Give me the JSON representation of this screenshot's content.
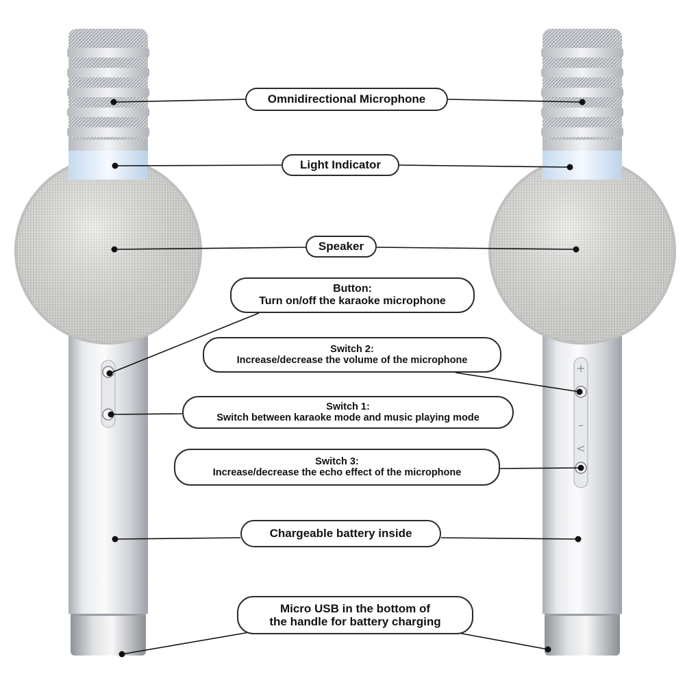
{
  "labels": {
    "omni_mic": "Omnidirectional Microphone",
    "light_indicator": "Light Indicator",
    "speaker": "Speaker",
    "button_title": "Button:",
    "button_desc": "Turn on/off the karaoke microphone",
    "switch2_title": "Switch 2:",
    "switch2_desc": "Increase/decrease the volume of the microphone",
    "switch1_title": "Switch 1:",
    "switch1_desc": "Switch between karaoke mode and music playing mode",
    "switch3_title": "Switch 3:",
    "switch3_desc": "Increase/decrease the echo effect of the microphone",
    "battery": "Chargeable battery inside",
    "usb_line1": "Micro USB in the bottom of",
    "usb_line2": "the handle for battery charging"
  },
  "control_symbols": {
    "plus": "+",
    "minus": "–",
    "echo": "<"
  },
  "colors": {
    "callout_border": "#2a2a2a",
    "leader_line": "#111111",
    "body_silver": "#d9dbde",
    "indicator_glow": "#dcebfa",
    "speaker_fabric": "#e2e2e0"
  },
  "icons": {
    "left_device": "karaoke-microphone-icon",
    "right_device": "karaoke-microphone-icon"
  }
}
